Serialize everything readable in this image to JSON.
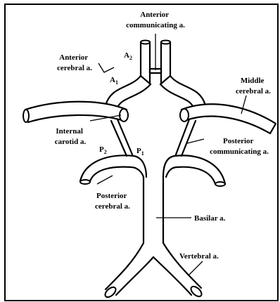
{
  "labels": {
    "anterior_communicating": [
      "Anterior",
      "communicating a."
    ],
    "anterior_cerebral": [
      "Anterior",
      "cerebral a."
    ],
    "a2": {
      "letter": "A",
      "sub": "2"
    },
    "a1": {
      "letter": "A",
      "sub": "1"
    },
    "middle_cerebral": [
      "Middle",
      "cerebral a."
    ],
    "internal_carotid": [
      "Internal",
      "carotid a."
    ],
    "p2": {
      "letter": "P",
      "sub": "2"
    },
    "p1": {
      "letter": "P",
      "sub": "1"
    },
    "posterior_communicating": [
      "Posterior",
      "communicating a."
    ],
    "posterior_cerebral": [
      "Posterior",
      "cerebral a."
    ],
    "basilar": "Basilar a.",
    "vertebral": "Vertebral a."
  }
}
